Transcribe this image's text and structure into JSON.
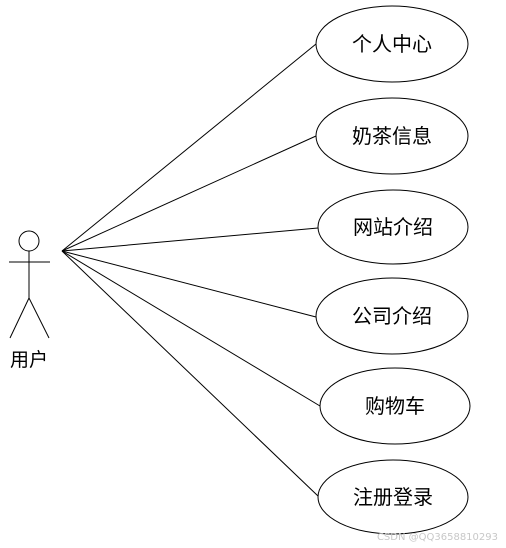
{
  "diagram": {
    "actor": {
      "label": "用户"
    },
    "use_cases": [
      {
        "id": "personal-center",
        "label": "个人中心"
      },
      {
        "id": "milk-tea-info",
        "label": "奶茶信息"
      },
      {
        "id": "website-intro",
        "label": "网站介绍"
      },
      {
        "id": "company-intro",
        "label": "公司介绍"
      },
      {
        "id": "shopping-cart",
        "label": "购物车"
      },
      {
        "id": "register-login",
        "label": "注册登录"
      }
    ],
    "watermark": "CSDN @QQ3658810293"
  }
}
